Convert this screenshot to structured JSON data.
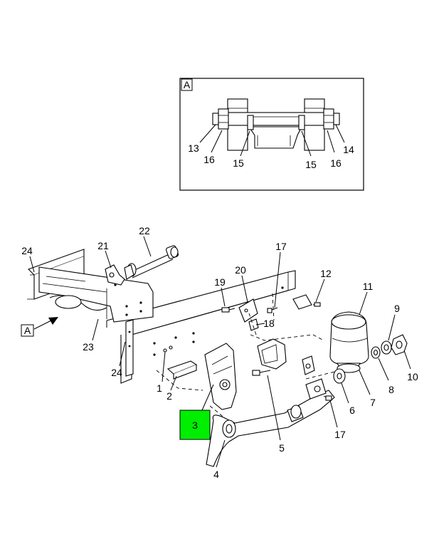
{
  "detail": {
    "view_label": "A",
    "callouts": [
      "13",
      "16",
      "15",
      "15",
      "16",
      "14"
    ]
  },
  "main": {
    "view_ref_label": "A",
    "callouts": [
      "24",
      "21",
      "22",
      "17",
      "20",
      "19",
      "12",
      "11",
      "9",
      "18",
      "23",
      "24",
      "1",
      "2",
      "3",
      "5",
      "6",
      "7",
      "8",
      "10",
      "17",
      "4"
    ],
    "highlight": {
      "part": "3",
      "color": "#00ee00"
    }
  }
}
